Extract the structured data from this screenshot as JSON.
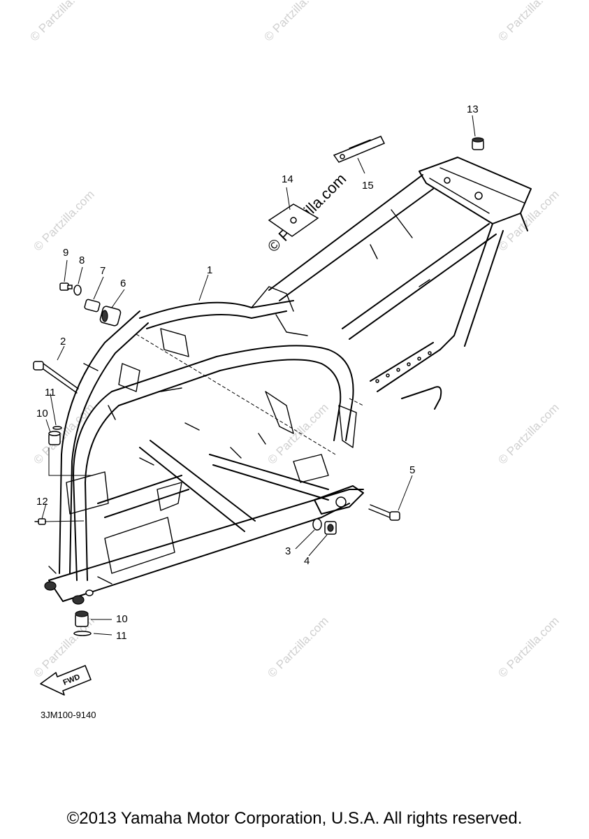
{
  "watermark": {
    "text": "© Partzilla.com"
  },
  "callouts": {
    "c1": "1",
    "c2": "2",
    "c3": "3",
    "c4": "4",
    "c5": "5",
    "c6": "6",
    "c7": "7",
    "c8": "8",
    "c9": "9",
    "c10a": "10",
    "c10b": "10",
    "c11a": "11",
    "c11b": "11",
    "c12": "12",
    "c13": "13",
    "c14": "14",
    "c15": "15"
  },
  "fwd_label": "FWD",
  "diagram_code": "3JM100-9140",
  "copyright": "©2013 Yamaha Motor Corporation, U.S.A. All rights reserved."
}
